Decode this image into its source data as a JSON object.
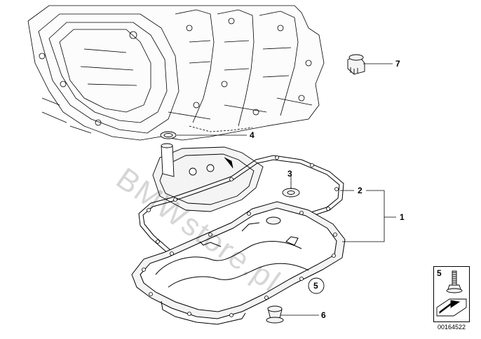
{
  "callouts": [
    {
      "id": "1",
      "label": "1"
    },
    {
      "id": "2",
      "label": "2"
    },
    {
      "id": "3",
      "label": "3"
    },
    {
      "id": "4",
      "label": "4"
    },
    {
      "id": "5",
      "label": "5"
    },
    {
      "id": "6",
      "label": "6"
    },
    {
      "id": "7",
      "label": "7"
    }
  ],
  "reference_box": {
    "part_number": "5"
  },
  "watermark": "BMWstore.pl",
  "diagram_id": "00164522",
  "colors": {
    "line": "#000000",
    "part_fill": "#f4f4f4",
    "background": "#ffffff",
    "watermark": "#b0b0b0"
  }
}
